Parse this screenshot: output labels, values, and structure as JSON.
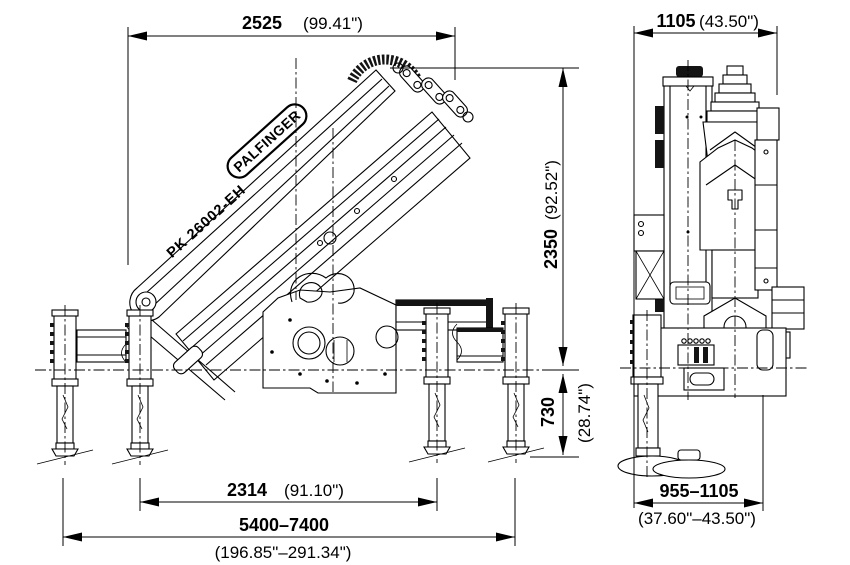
{
  "page": {
    "background": "#ffffff",
    "ink": "#000000"
  },
  "drawing": {
    "brand": "PALFINGER",
    "model": "PK 26002-EH",
    "views": {
      "side": "side-elevation",
      "rear": "rear-elevation"
    },
    "dimensions": {
      "folded_length": {
        "mm": "2525",
        "inches": "(99.41\")"
      },
      "height_above_mount": {
        "mm": "2350",
        "inches": "(92.52\")"
      },
      "mount_height": {
        "mm": "730",
        "inches": "(28.74\")"
      },
      "base_feet_span": {
        "mm": "2314",
        "inches": "(91.10\")"
      },
      "outrigger_spread": {
        "mm": "5400–7400",
        "inches": "(196.85\"–291.34\")"
      },
      "overall_width": {
        "mm": "1105",
        "inches": "(43.50\")"
      },
      "feet_width": {
        "mm": "955–1105",
        "inches": "(37.60\"–43.50\")"
      }
    }
  }
}
